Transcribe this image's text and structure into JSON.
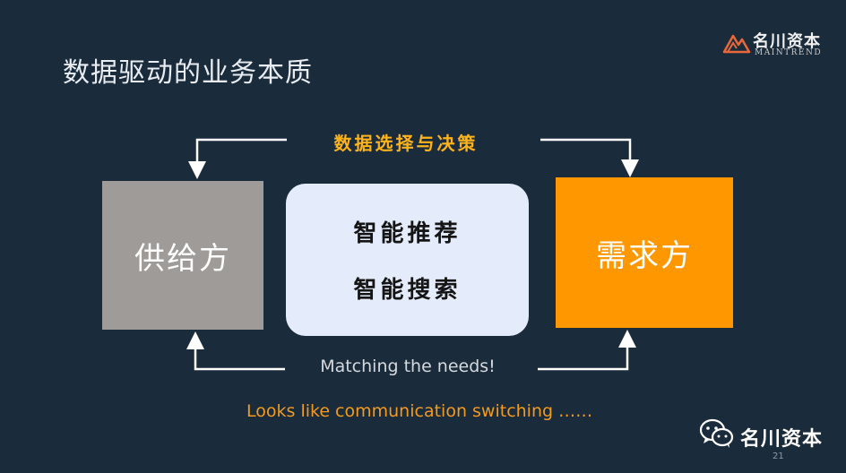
{
  "slide": {
    "title": "数据驱动的业务本质",
    "logo": {
      "cn": "名川资本",
      "en": "MAINTREND"
    },
    "supply_label": "供给方",
    "demand_label": "需求方",
    "center_items": [
      "智能推荐",
      "智能搜索"
    ],
    "top_flow_label": "数据选择与决策",
    "bottom_flow_label": "Matching the needs!",
    "note": "Looks like communication switching ……",
    "brand": "名川资本",
    "page_number": "21"
  },
  "colors": {
    "background": "#1a2b3b",
    "supply": "#9f9b98",
    "demand": "#ff9800",
    "center": "#e4ecfb",
    "accent_label": "#ffb31a",
    "note": "#f39a1f"
  },
  "icons": [
    "logo-mountain-icon",
    "wechat-icon"
  ]
}
